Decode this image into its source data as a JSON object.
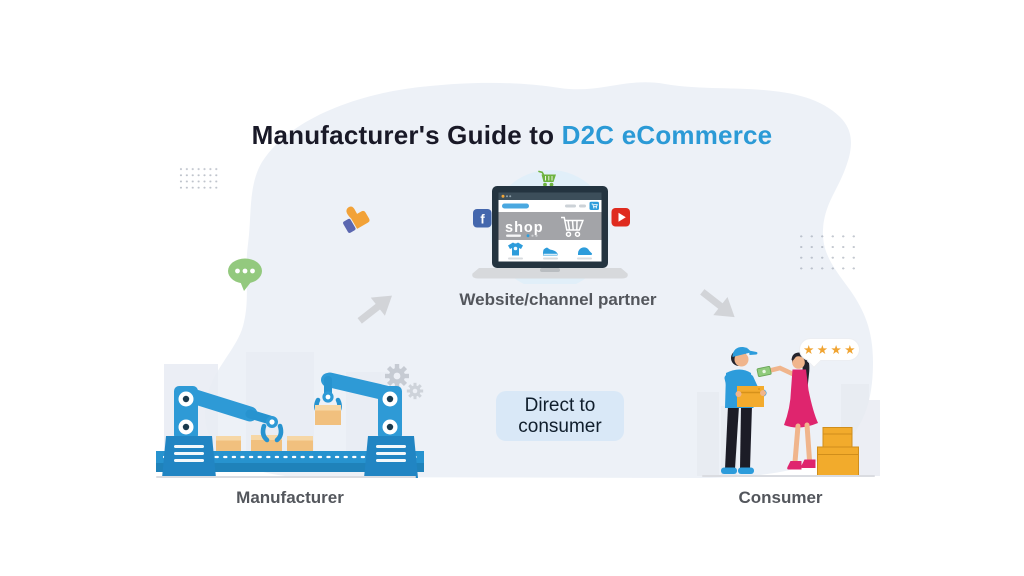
{
  "title": {
    "prefix": "Manufacturer's Guide to ",
    "highlight": "D2C eCommerce"
  },
  "stages": {
    "manufacturer": {
      "label": "Manufacturer"
    },
    "website": {
      "label": "Website/channel partner"
    },
    "consumer": {
      "label": "Consumer"
    }
  },
  "direct_banner": {
    "line1": "Direct to",
    "line2": "consumer"
  },
  "laptop": {
    "shop_label": "shop",
    "facebook_glyph": "f"
  },
  "rating": {
    "stars": "★★★★",
    "count": 4
  },
  "icons": {
    "facebook-icon": "white f on blue rounded square",
    "youtube-icon": "white play triangle on red rounded square",
    "cart-icon": "green shopping cart above laptop",
    "hero-cart-icon": "white outline shopping cart in banner",
    "cart-button": "blue cart button in toolbar",
    "thumbs-up-icon": "orange thumb up with indigo cuff",
    "chat-bubble-icon": "green speech bubble with three dots",
    "gear-icon": "two gray gears",
    "flow-arrow-icon": "thick gray arrows",
    "star-icon": "amber rating stars"
  },
  "colors": {
    "blob_background": "#edf1f7",
    "accent_blue": "#2d9cdb",
    "title_dark": "#191927",
    "label_gray": "#53565c",
    "direct_banner_bg": "#d9e8f7",
    "star_amber": "#f0a432",
    "dress_magenta": "#df256e",
    "box_amber": "#f2ab2c",
    "carton_tan": "#f1c07e",
    "bubble_green": "#93c97e",
    "arrow_gray": "#d2d4d8",
    "facebook_blue": "#4467ad",
    "youtube_red": "#df2b1f"
  }
}
